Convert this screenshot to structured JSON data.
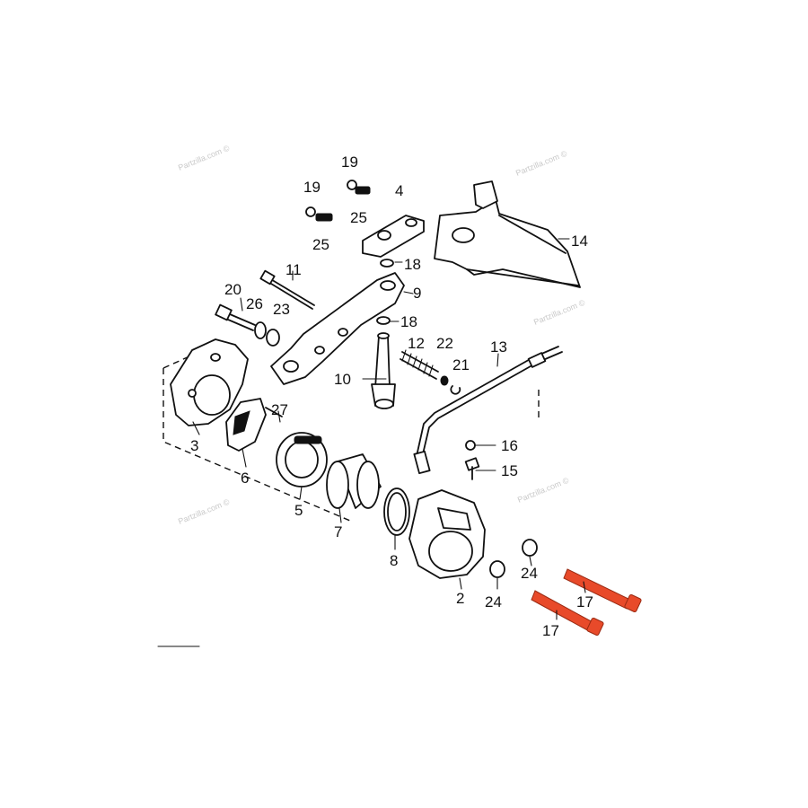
{
  "watermarks": [
    "Partzilla.com ©",
    "Partzilla.com ©",
    "Partzilla.com ©",
    "Partzilla.com ©"
  ],
  "labels": {
    "p2": "2",
    "p3": "3",
    "p4": "4",
    "p5": "5",
    "p6": "6",
    "p7": "7",
    "p8": "8",
    "p9": "9",
    "p10": "10",
    "p11": "11",
    "p12": "12",
    "p13": "13",
    "p14": "14",
    "p15": "15",
    "p16": "16",
    "p17a": "17",
    "p17b": "17",
    "p18a": "18",
    "p18b": "18",
    "p19a": "19",
    "p19b": "19",
    "p20": "20",
    "p21": "21",
    "p22": "22",
    "p23": "23",
    "p24a": "24",
    "p24b": "24",
    "p25a": "25",
    "p25b": "25",
    "p26": "26",
    "p27": "27"
  },
  "colors": {
    "highlight": "#e84a2a",
    "ink": "#111111"
  },
  "highlighted_parts": [
    "17"
  ]
}
